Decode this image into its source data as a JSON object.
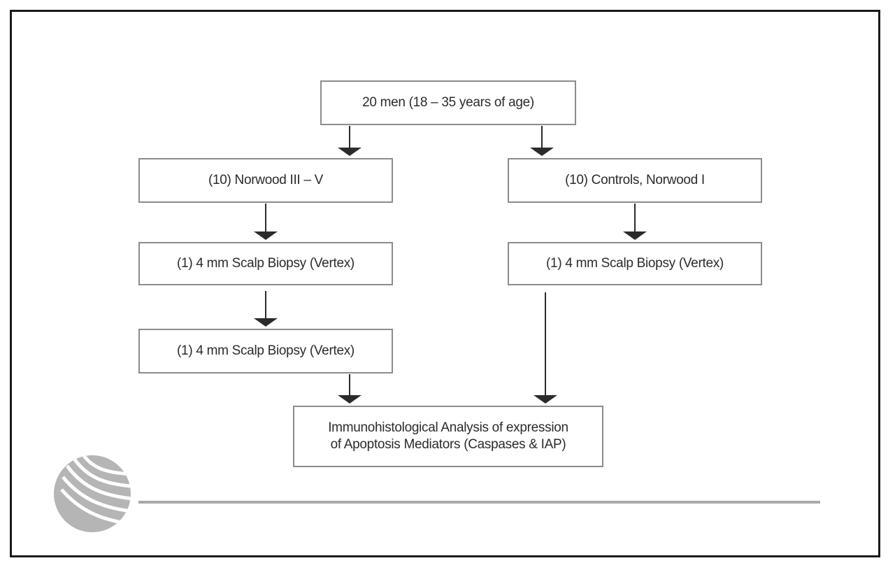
{
  "nodes": {
    "top": "20 men (18 – 35 years of age)",
    "left1": "(10) Norwood III – V",
    "right1": "(10) Controls, Norwood I",
    "left2": "(1) 4 mm Scalp Biopsy (Vertex)",
    "right2": "(1) 4 mm Scalp Biopsy (Vertex)",
    "left3": "(1) 4 mm Scalp Biopsy (Vertex)",
    "bottom_line1": "Immunohistological Analysis of expression",
    "bottom_line2": "of Apoptosis Mediators (Caspases & IAP)"
  },
  "colors": {
    "frame": "#1a1a1a",
    "box_border": "#8c8c8c",
    "text": "#2b2b2b",
    "arrow": "#2b2b2b",
    "rule": "#a9a9a9",
    "logo": "#b5b5b5"
  },
  "icons": {
    "logo": "globe-logo"
  }
}
